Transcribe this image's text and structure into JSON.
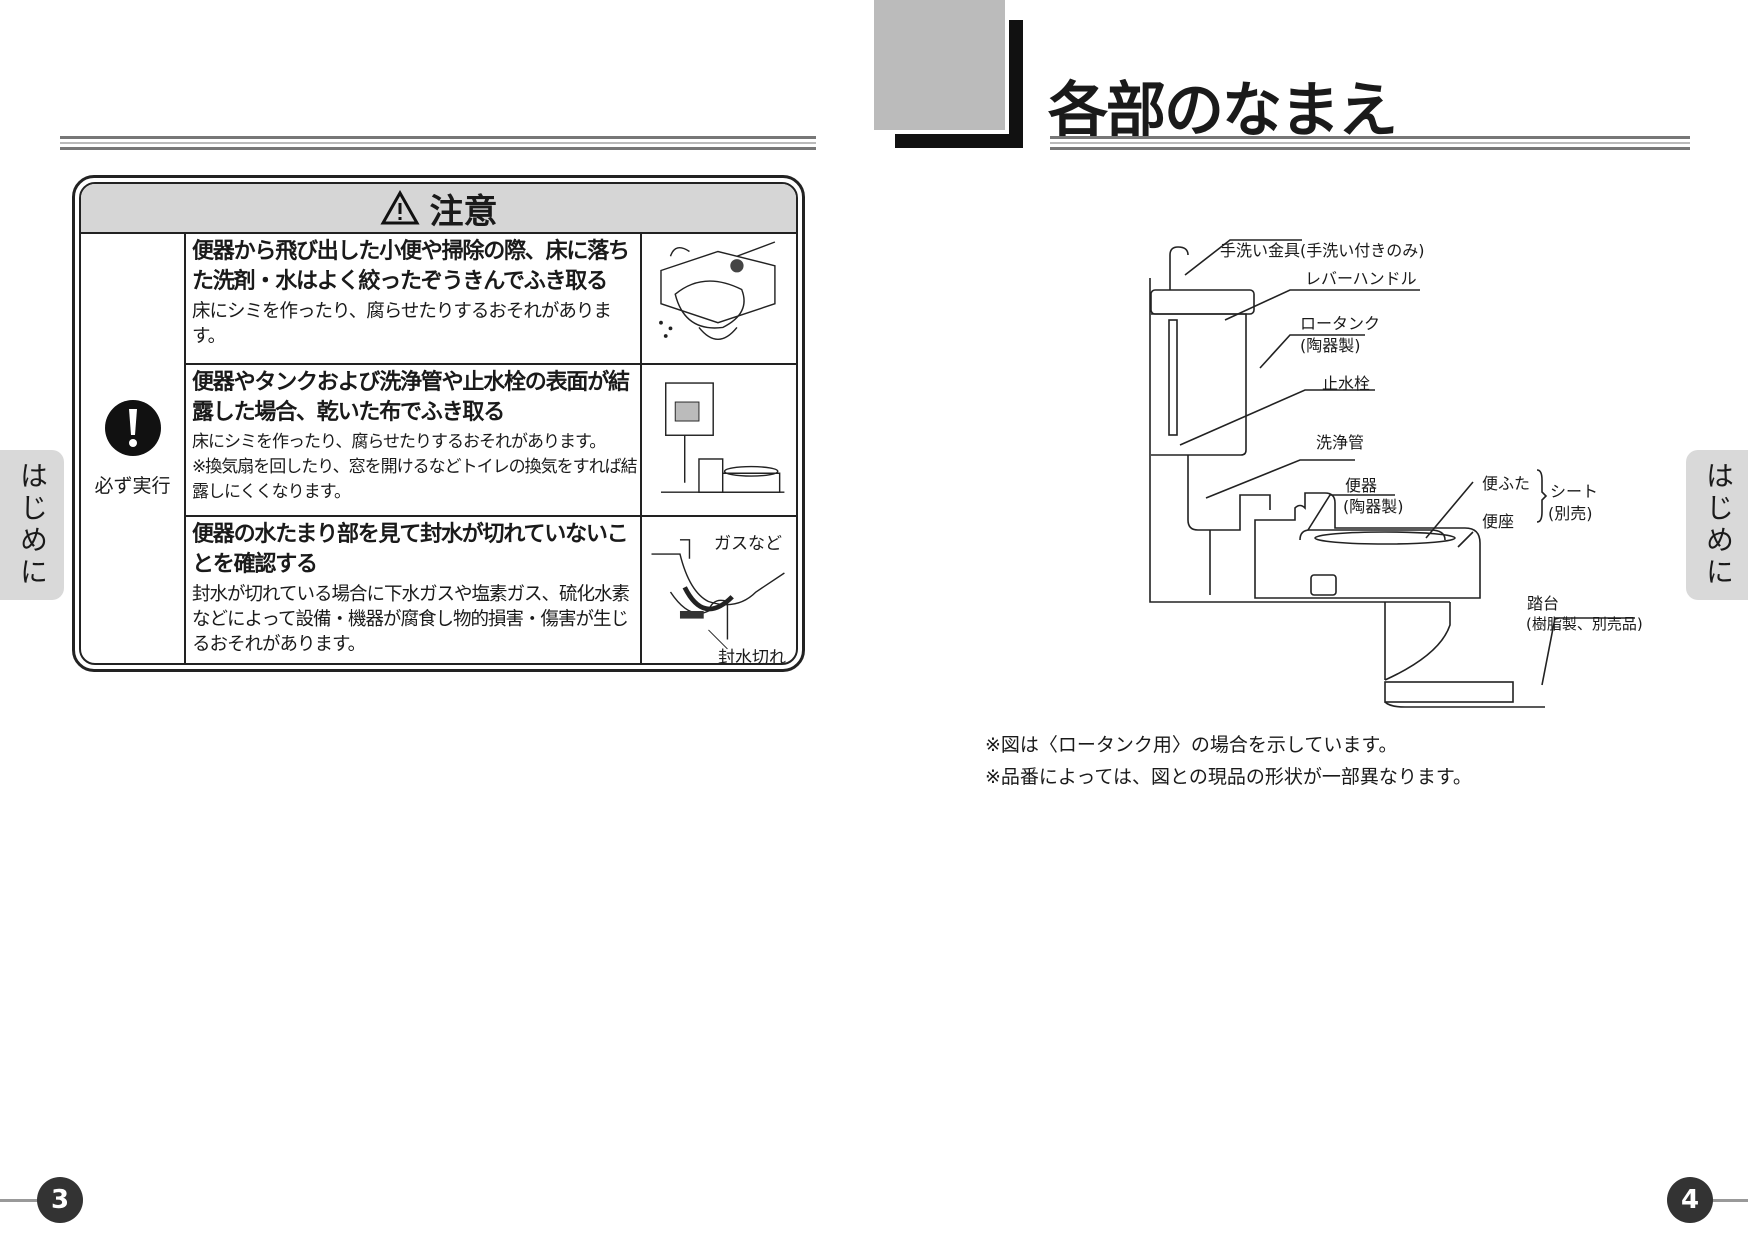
{
  "caution": {
    "title": "注意",
    "icon": "warning-triangle-icon",
    "mandatory_label": "必ず実行",
    "rows": [
      {
        "heading": "便器から飛び出した小便や掃除の際、床に落ちた洗剤・水はよく絞ったぞうきんでふき取る",
        "body": "床にシミを作ったり、腐らせたりするおそれがあります。",
        "note": ""
      },
      {
        "heading": "便器やタンクおよび洗浄管や止水栓の表面が結露した場合、乾いた布でふき取る",
        "body": "床にシミを作ったり、腐らせたりするおそれがあります。",
        "note": "※換気扇を回したり、窓を開けるなどトイレの換気をすれば結露しにくくなります。"
      },
      {
        "heading": "便器の水たまり部を見て封水が切れていないことを確認する",
        "body": "封水が切れている場合に下水ガスや塩素ガス、硫化水素などによって設備・機器が腐食し物的損害・傷害が生じるおそれがあります。",
        "note": ""
      }
    ],
    "illustration3_labels": {
      "gas": "ガスなど",
      "seal": "封水切れ"
    }
  },
  "right": {
    "title": "各部のなまえ",
    "labels": {
      "faucet": "手洗い金具(手洗い付きのみ)",
      "lever": "レバーハンドル",
      "tank": "ロータンク",
      "tank_mat": "(陶器製)",
      "valve": "止水栓",
      "pipe": "洗浄管",
      "bowl": "便器",
      "bowl_mat": "(陶器製)",
      "lid": "便ふた",
      "seat": "便座",
      "seat_group": "シート",
      "seat_group_note": "(別売)",
      "step": "踏台",
      "step_note": "(樹脂製、別売品)"
    },
    "notes": [
      "※図は〈ロータンク用〉の場合を示しています。",
      "※品番によっては、図との現品の形状が一部異なります。"
    ]
  },
  "side_tab": "はじめに",
  "page_numbers": [
    "3",
    "4"
  ]
}
